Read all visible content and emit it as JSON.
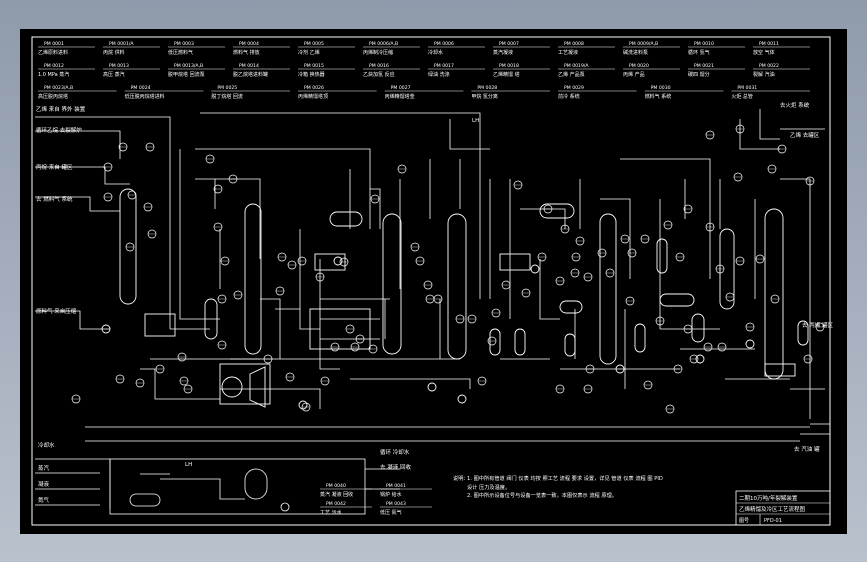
{
  "colors": {
    "background": "#000000",
    "lines": "#ffffff",
    "viewport": "#9aa4b3"
  },
  "legend_rows": [
    [
      {
        "tag": "PM 0001",
        "name": "乙烯原料进料"
      },
      {
        "tag": "PM 0001/A",
        "name": "丙烷 供料"
      },
      {
        "tag": "PM 0003",
        "name": "低压燃料气"
      },
      {
        "tag": "PM 0004",
        "name": "燃料气 排放"
      },
      {
        "tag": "PM 0005",
        "name": "冷剂 乙烯"
      },
      {
        "tag": "PM 0006/A,B",
        "name": "丙烯制冷压缩"
      },
      {
        "tag": "PM 0006",
        "name": "冷却水"
      },
      {
        "tag": "PM 0007",
        "name": "蒸汽凝液"
      },
      {
        "tag": "PM 0008",
        "name": "工艺凝液"
      },
      {
        "tag": "PM 0009/A,B",
        "name": "碱洗进料泵"
      },
      {
        "tag": "PM 0010",
        "name": "循环 氢气"
      },
      {
        "tag": "PM 0011",
        "name": "放空 气体"
      }
    ],
    [
      {
        "tag": "PM 0012",
        "name": "1.0 MPa 蒸汽"
      },
      {
        "tag": "PM 0013",
        "name": "高压 蒸汽"
      },
      {
        "tag": "PM 0013/A,B",
        "name": "脱甲烷塔 回流泵"
      },
      {
        "tag": "PM 0014",
        "name": "脱乙烷塔进料罐"
      },
      {
        "tag": "PM 0015",
        "name": "冷箱 换热器"
      },
      {
        "tag": "PM 0016",
        "name": "乙炔加氢 反应"
      },
      {
        "tag": "PM 0017",
        "name": "绿油 洗涤"
      },
      {
        "tag": "PM 0018",
        "name": "乙烯精馏 塔"
      },
      {
        "tag": "PM 0019/A",
        "name": "乙烯 产品泵"
      },
      {
        "tag": "PM 0020",
        "name": "丙烯 产品"
      },
      {
        "tag": "PM 0021",
        "name": "碳四 馏分"
      },
      {
        "tag": "PM 0022",
        "name": "裂解 汽油"
      }
    ],
    [
      {
        "tag": "PM 0023/A,B",
        "name": "高压脱丙烷塔"
      },
      {
        "tag": "PM 0024",
        "name": "低压脱丙烷塔进料"
      },
      {
        "tag": "PM 0025",
        "name": "脱丁烷塔 回流"
      },
      {
        "tag": "PM 0026",
        "name": "丙烯精馏塔顶"
      },
      {
        "tag": "PM 0027",
        "name": "丙烯精馏塔釜"
      },
      {
        "tag": "PM 0028",
        "name": "甲烷 氢分离"
      },
      {
        "tag": "PM 0029",
        "name": "前冷 系统"
      },
      {
        "tag": "PM 0030",
        "name": "燃料气 系统"
      },
      {
        "tag": "PM 0031",
        "name": "火炬 总管"
      }
    ]
  ],
  "labels": {
    "inlet_1": "乙烯 来自 界外 装置",
    "inlet_2": "循环乙烷 去裂解炉",
    "inlet_3": "丙烷 来自 罐区",
    "inlet_4": "去 燃料气 系统",
    "inlet_5": "原料气 来自压缩",
    "outlet_1": "去火炬 系统",
    "outlet_2": "乙烯 去罐区",
    "outlet_3": "去 丙烯 罐区",
    "outlet_4": "去 汽油 罐",
    "lh_top": "LH",
    "lh_mid": "LH",
    "sub_in_1": "冷却水",
    "sub_in_2": "蒸汽",
    "sub_in_3": "凝液",
    "sub_in_4": "氮气",
    "sub_out_1": "循环 冷却水",
    "sub_out_2": "去 凝液 回收"
  },
  "bottom_tags": [
    {
      "tag": "PM 0040",
      "name": "蒸汽 凝液 回收"
    },
    {
      "tag": "PM 0041",
      "name": "锅炉 给水"
    },
    {
      "tag": "PM 0042",
      "name": "工艺 污水"
    },
    {
      "tag": "PM 0043",
      "name": "低压 氮气"
    }
  ],
  "notes": {
    "heading": "说明：",
    "line1": "1. 图中所有管道 阀门 仪表 均按 照工艺 流程 要求 设置，详见 管道 仪表 流程 图 PID",
    "line2": "   设计 压力及温度。",
    "line3": "2. 图中所示设备位号与设备一览表一致，本图仅表示 流程 原理。"
  },
  "title_block": {
    "line1": "二期10万吨/年裂解装置",
    "line2": "乙烯精馏及冷区工艺流程图",
    "field_label": "图号",
    "field_value": "PFD-01"
  }
}
